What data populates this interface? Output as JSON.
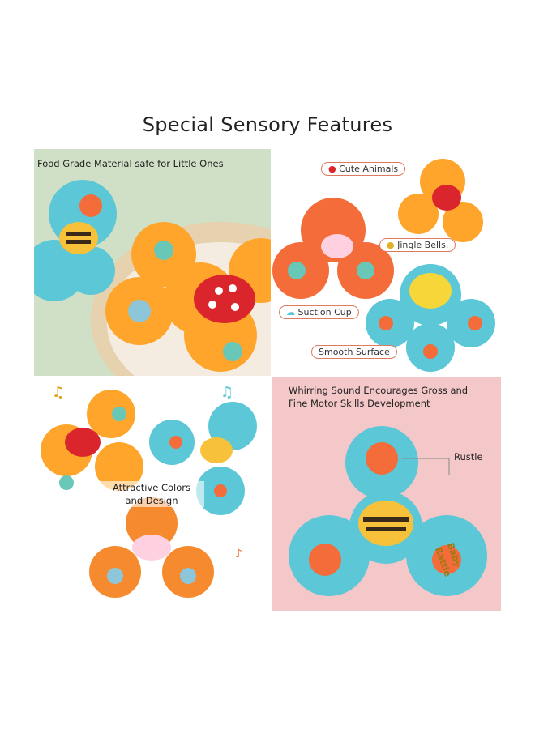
{
  "heading": "Special Sensory Features",
  "panels": {
    "food_grade": {
      "caption": "Food Grade Material safe for Little Ones"
    },
    "features": {
      "tags": {
        "cute_animals": "Cute Animals",
        "jingle_bells": "Jingle Bells.",
        "suction_cup": "Suction Cup",
        "smooth_surface": "Smooth Surface"
      }
    },
    "colors": {
      "caption_line1": "Attractive Colors",
      "caption_line2": "and Design"
    },
    "sound": {
      "caption_line1": "Whirring Sound Encourages Gross and",
      "caption_line2": "Fine Motor Skills Development",
      "callout": "Rustle"
    },
    "product_text": "Baby Rattle"
  },
  "colors": {
    "teal": "#5cc7d6",
    "orange": "#ffa52b",
    "orange_red": "#f36c3a",
    "ladybug_red": "#d9252b",
    "bee_yellow": "#f7c23a",
    "pink_bg": "#f4c7c9"
  }
}
